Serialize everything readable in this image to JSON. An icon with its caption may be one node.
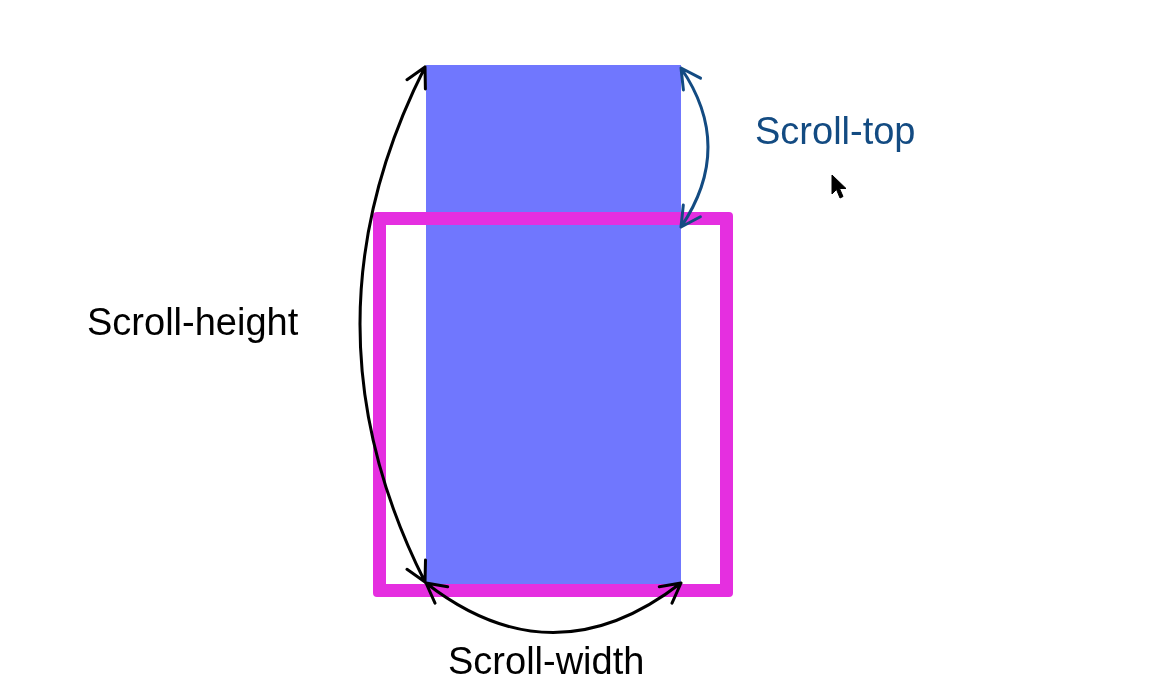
{
  "diagram": {
    "nodes": [
      {
        "text": [],
        "shape": "box"
      },
      {
        "text": [],
        "shape": "box"
      }
    ],
    "labels": [
      "Scroll-top",
      "Scroll-height",
      "Scroll-width"
    ]
  }
}
